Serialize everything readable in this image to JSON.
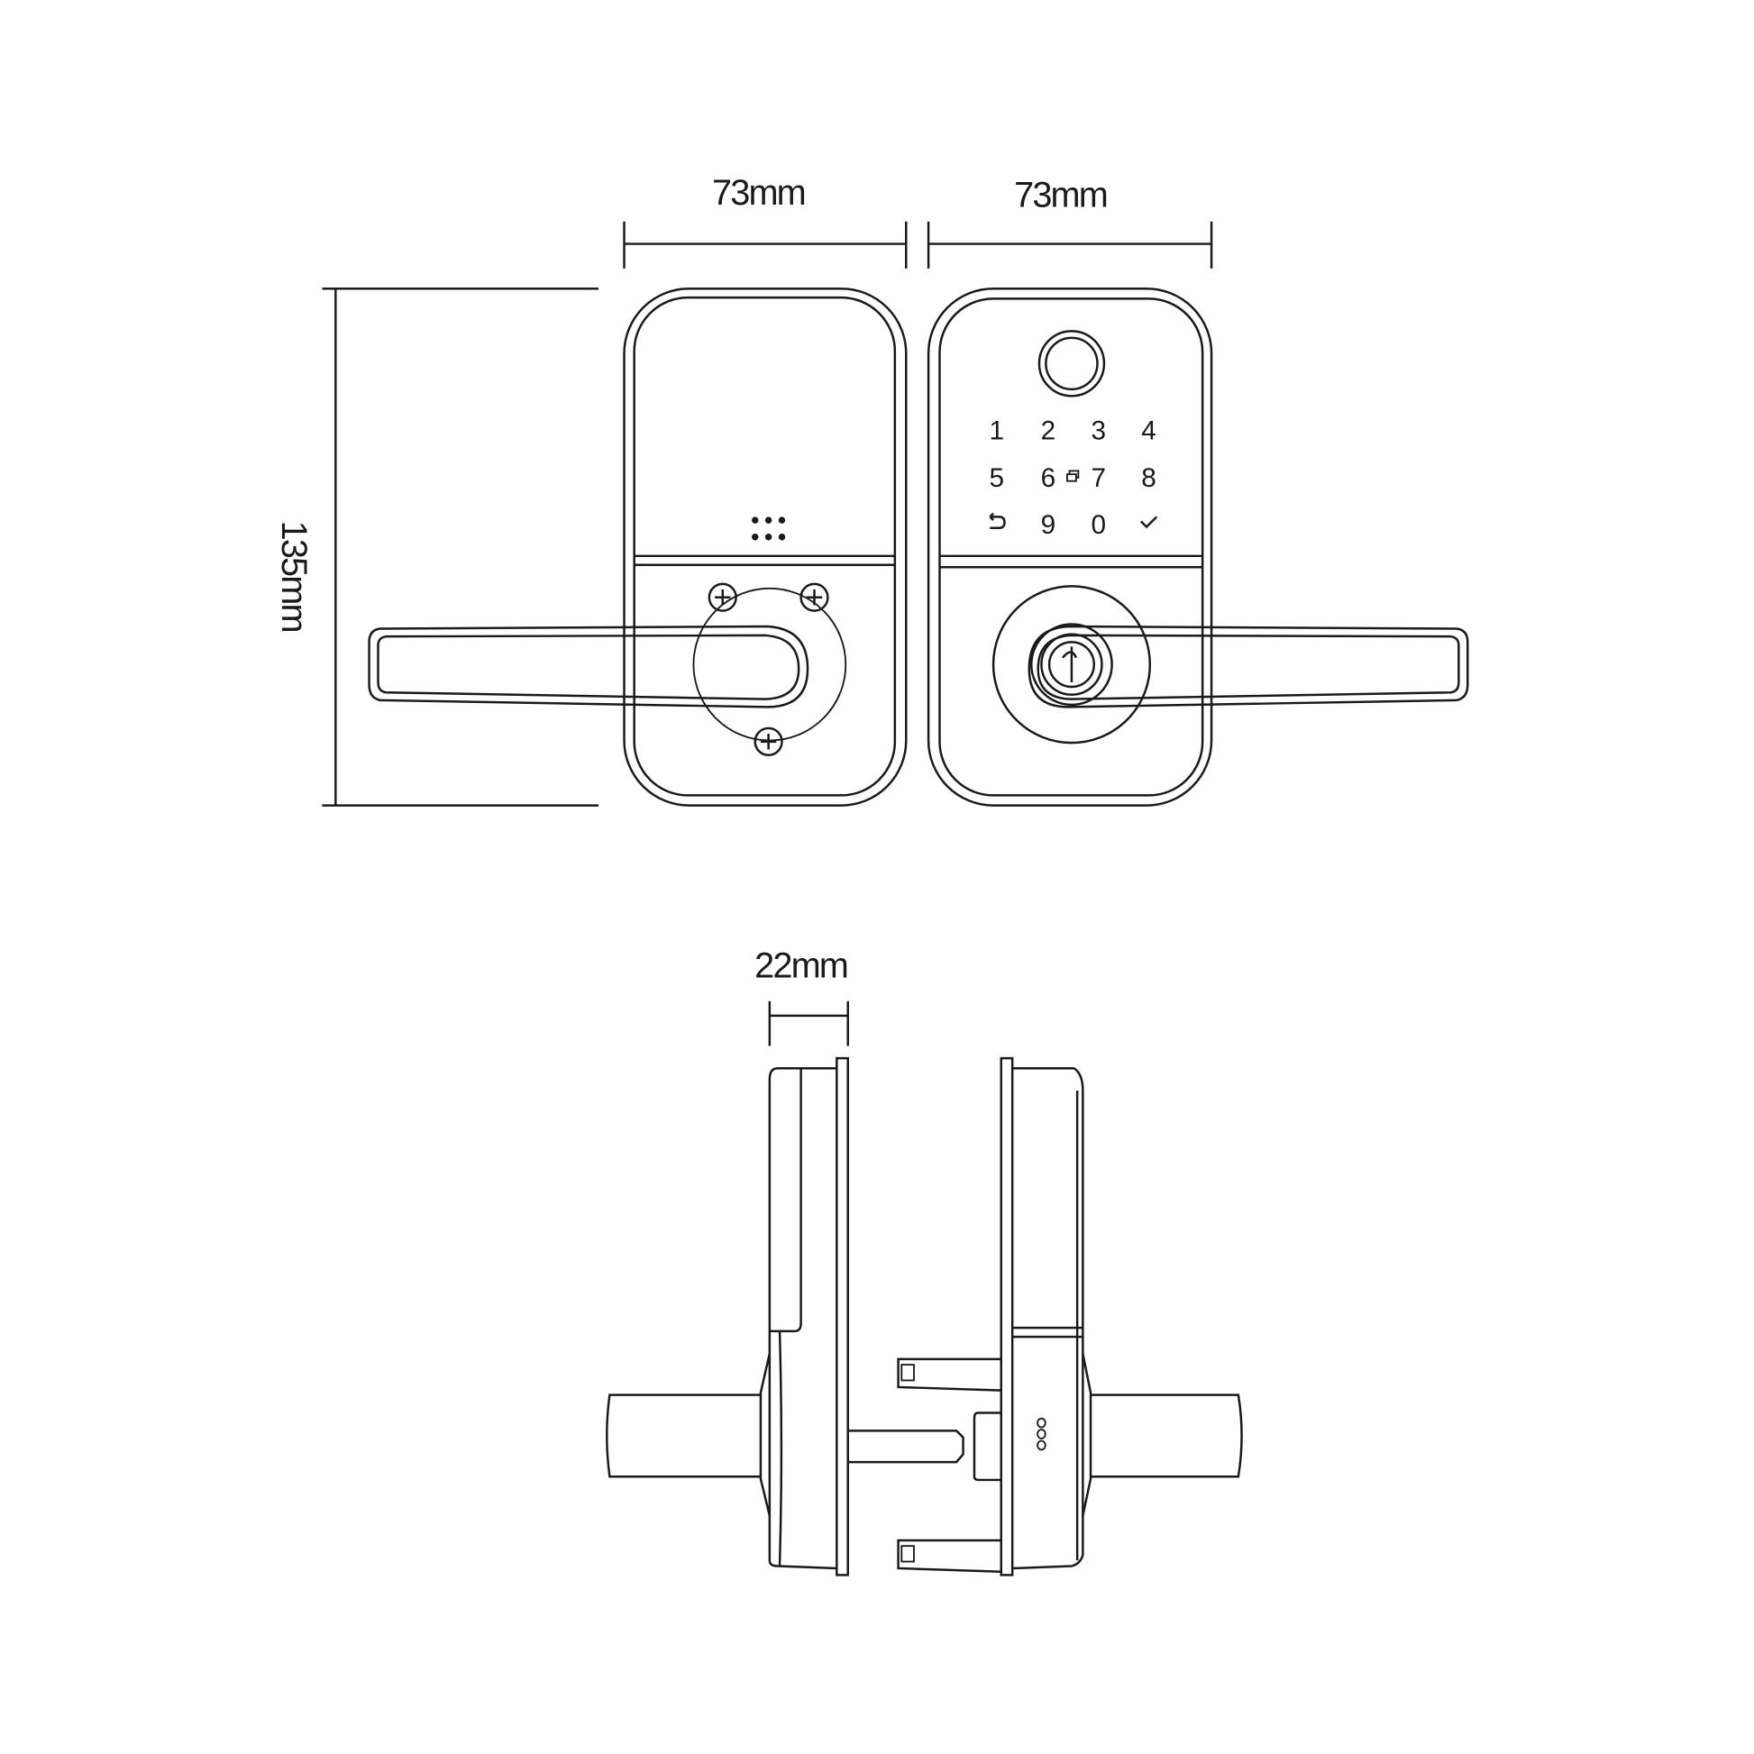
{
  "dimensions": {
    "back_width": "73mm",
    "front_width": "73mm",
    "height": "135mm",
    "depth": "22mm"
  },
  "keypad": {
    "keys": [
      "1",
      "2",
      "3",
      "4",
      "5",
      "6",
      "7",
      "8",
      "9",
      "0"
    ],
    "icons": [
      "back-arrow-icon",
      "doorbell-icon",
      "confirm-check-icon"
    ]
  },
  "colors": {
    "line": "#1a1a1a",
    "background": "#ffffff"
  }
}
